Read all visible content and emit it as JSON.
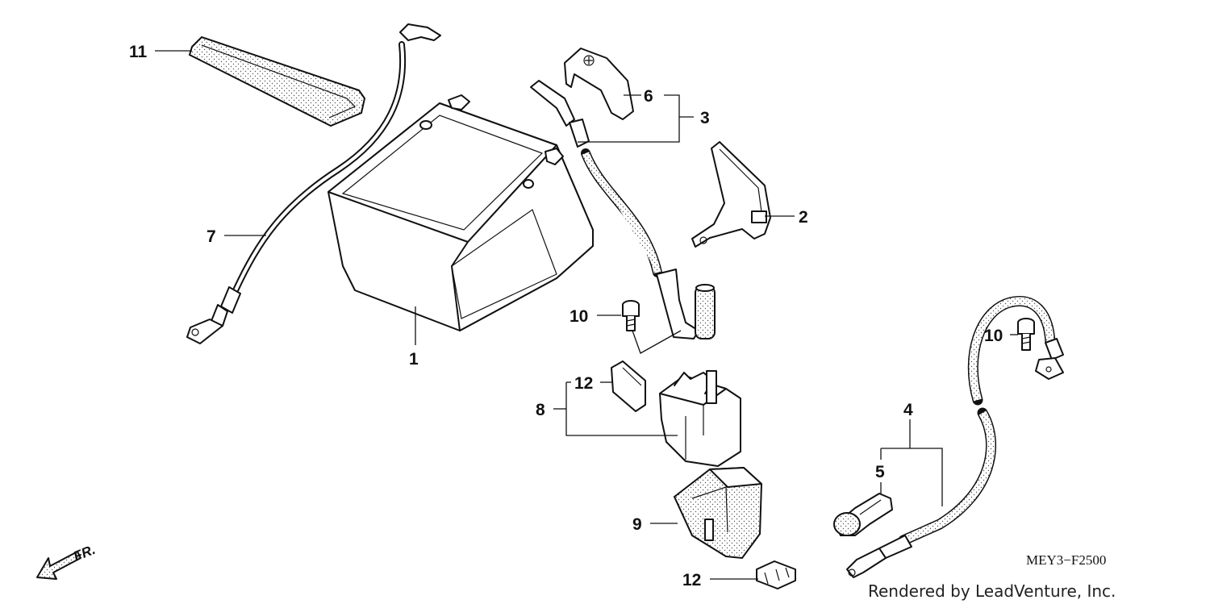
{
  "diagram": {
    "callouts": {
      "c1": "1",
      "c2": "2",
      "c3": "3",
      "c4": "4",
      "c5": "5",
      "c6": "6",
      "c7": "7",
      "c8": "8",
      "c9": "9",
      "c10a": "10",
      "c10b": "10",
      "c11": "11",
      "c12a": "12",
      "c12b": "12"
    },
    "direction_label": "FR.",
    "figure_code": "MEY3−F2500",
    "credit": "Rendered by LeadVenture, Inc."
  }
}
